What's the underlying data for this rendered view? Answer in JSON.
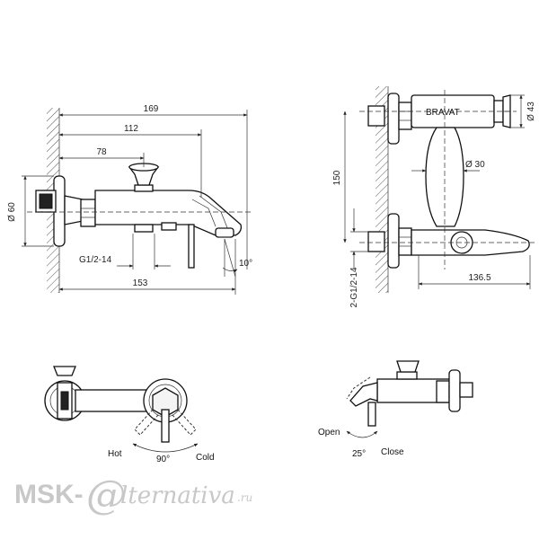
{
  "dimensions": {
    "d169": "169",
    "d112": "112",
    "d78": "78",
    "d153": "153",
    "d60": "Ø 60",
    "thread_front": "G1/2-14",
    "angle10": "10°",
    "d150": "150",
    "d30": "Ø 30",
    "d43": "Ø 43",
    "d136": "136.5",
    "thread_side": "2-G1/2-14"
  },
  "labels": {
    "hot": "Hot",
    "cold": "Cold",
    "angle90": "90°",
    "open": "Open",
    "close": "Close",
    "angle25": "25°",
    "brand_mark": "BRAVAT"
  },
  "watermark": {
    "left": "MSK-",
    "at": "@",
    "right": "lternativa",
    "suffix": ".ru"
  }
}
